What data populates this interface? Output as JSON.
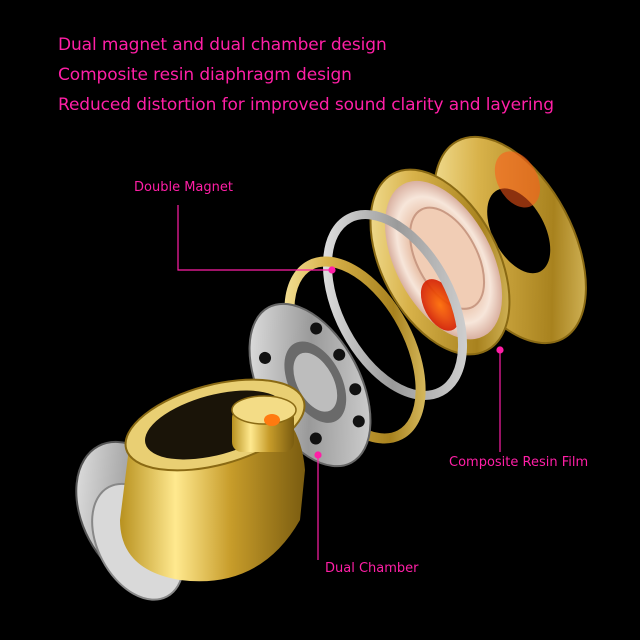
{
  "features": [
    "Dual magnet and dual chamber design",
    "Composite resin diaphragm design",
    "Reduced distortion for improved sound clarity and layering"
  ],
  "callouts": {
    "double_magnet": "Double Magnet",
    "composite_resin_film": "Composite Resin Film",
    "dual_chamber": "Dual Chamber"
  },
  "colors": {
    "background": "#000000",
    "accent": "#ff1fa6",
    "gold": "#d4b24a",
    "silver": "#b8b8b8"
  }
}
